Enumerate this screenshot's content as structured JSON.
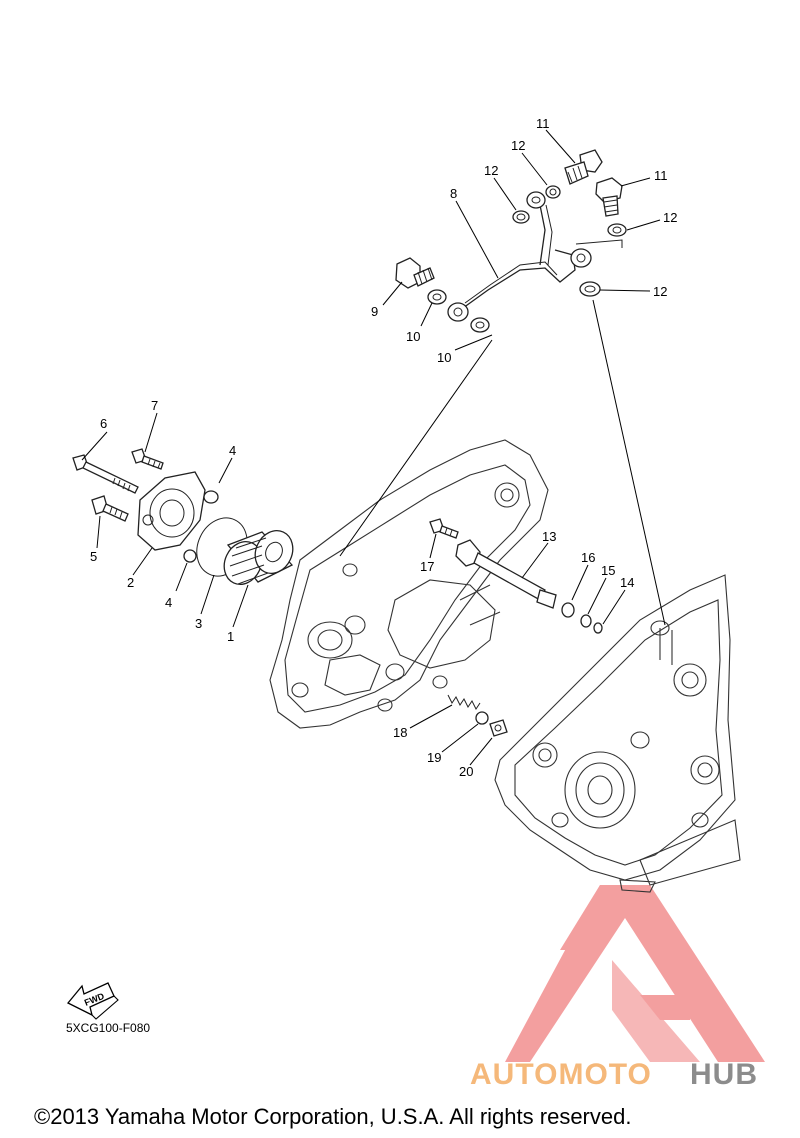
{
  "diagram": {
    "callouts": [
      {
        "id": "c1",
        "label": "1"
      },
      {
        "id": "c2",
        "label": "2"
      },
      {
        "id": "c3",
        "label": "3"
      },
      {
        "id": "c4a",
        "label": "4"
      },
      {
        "id": "c4b",
        "label": "4"
      },
      {
        "id": "c5",
        "label": "5"
      },
      {
        "id": "c6",
        "label": "6"
      },
      {
        "id": "c7",
        "label": "7"
      },
      {
        "id": "c8",
        "label": "8"
      },
      {
        "id": "c9",
        "label": "9"
      },
      {
        "id": "c10a",
        "label": "10"
      },
      {
        "id": "c10b",
        "label": "10"
      },
      {
        "id": "c11a",
        "label": "11"
      },
      {
        "id": "c11b",
        "label": "11"
      },
      {
        "id": "c12a",
        "label": "12"
      },
      {
        "id": "c12b",
        "label": "12"
      },
      {
        "id": "c12c",
        "label": "12"
      },
      {
        "id": "c12d",
        "label": "12"
      },
      {
        "id": "c13",
        "label": "13"
      },
      {
        "id": "c14",
        "label": "14"
      },
      {
        "id": "c15",
        "label": "15"
      },
      {
        "id": "c16",
        "label": "16"
      },
      {
        "id": "c17",
        "label": "17"
      },
      {
        "id": "c18",
        "label": "18"
      },
      {
        "id": "c19",
        "label": "19"
      },
      {
        "id": "c20",
        "label": "20"
      }
    ],
    "fwd_label": "FWD",
    "diagram_code": "5XCG100-F080"
  },
  "watermark": {
    "text_a": "AUTOMOTO",
    "text_b": "HUB",
    "color_a": "#f5b87a",
    "color_b": "#8c8c8c",
    "logo_color": "#f08080"
  },
  "footer": {
    "copyright": "©2013 Yamaha Motor Corporation, U.S.A. All rights reserved."
  }
}
